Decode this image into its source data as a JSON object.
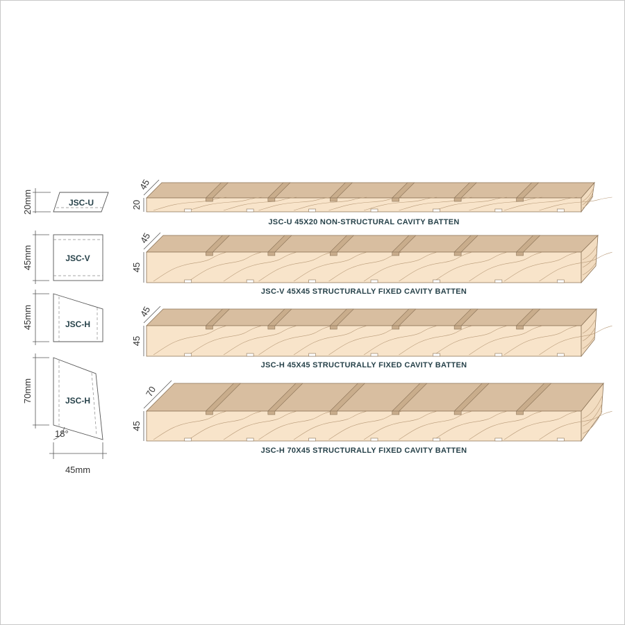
{
  "sections": [
    {
      "label": "JSC-U",
      "height_dim": "20mm"
    },
    {
      "label": "JSC-V",
      "height_dim": "45mm"
    },
    {
      "label": "JSC-H",
      "height_dim": "45mm"
    },
    {
      "label": "JSC-H",
      "height_dim": "70mm",
      "angle": "18°",
      "width_dim": "45mm"
    }
  ],
  "battens": [
    {
      "caption": "JSC-U 45X20 NON-STRUCTURAL CAVITY BATTEN",
      "width_dim": "45",
      "height_dim": "20"
    },
    {
      "caption": "JSC-V 45X45 STRUCTURALLY FIXED CAVITY BATTEN",
      "width_dim": "45",
      "height_dim": "45"
    },
    {
      "caption": "JSC-H 45X45 STRUCTURALLY FIXED CAVITY BATTEN",
      "width_dim": "45",
      "height_dim": "45"
    },
    {
      "caption": "JSC-H 70X45 STRUCTURALLY FIXED CAVITY BATTEN",
      "width_dim": "70",
      "height_dim": "45"
    }
  ],
  "colors": {
    "top_face": "#d8bea0",
    "side_face": "#f8e4ca",
    "end_face": "#f2dcc0",
    "notch": "#c9ad8c",
    "label_text": "#27424a",
    "grain": "#b89a78"
  }
}
